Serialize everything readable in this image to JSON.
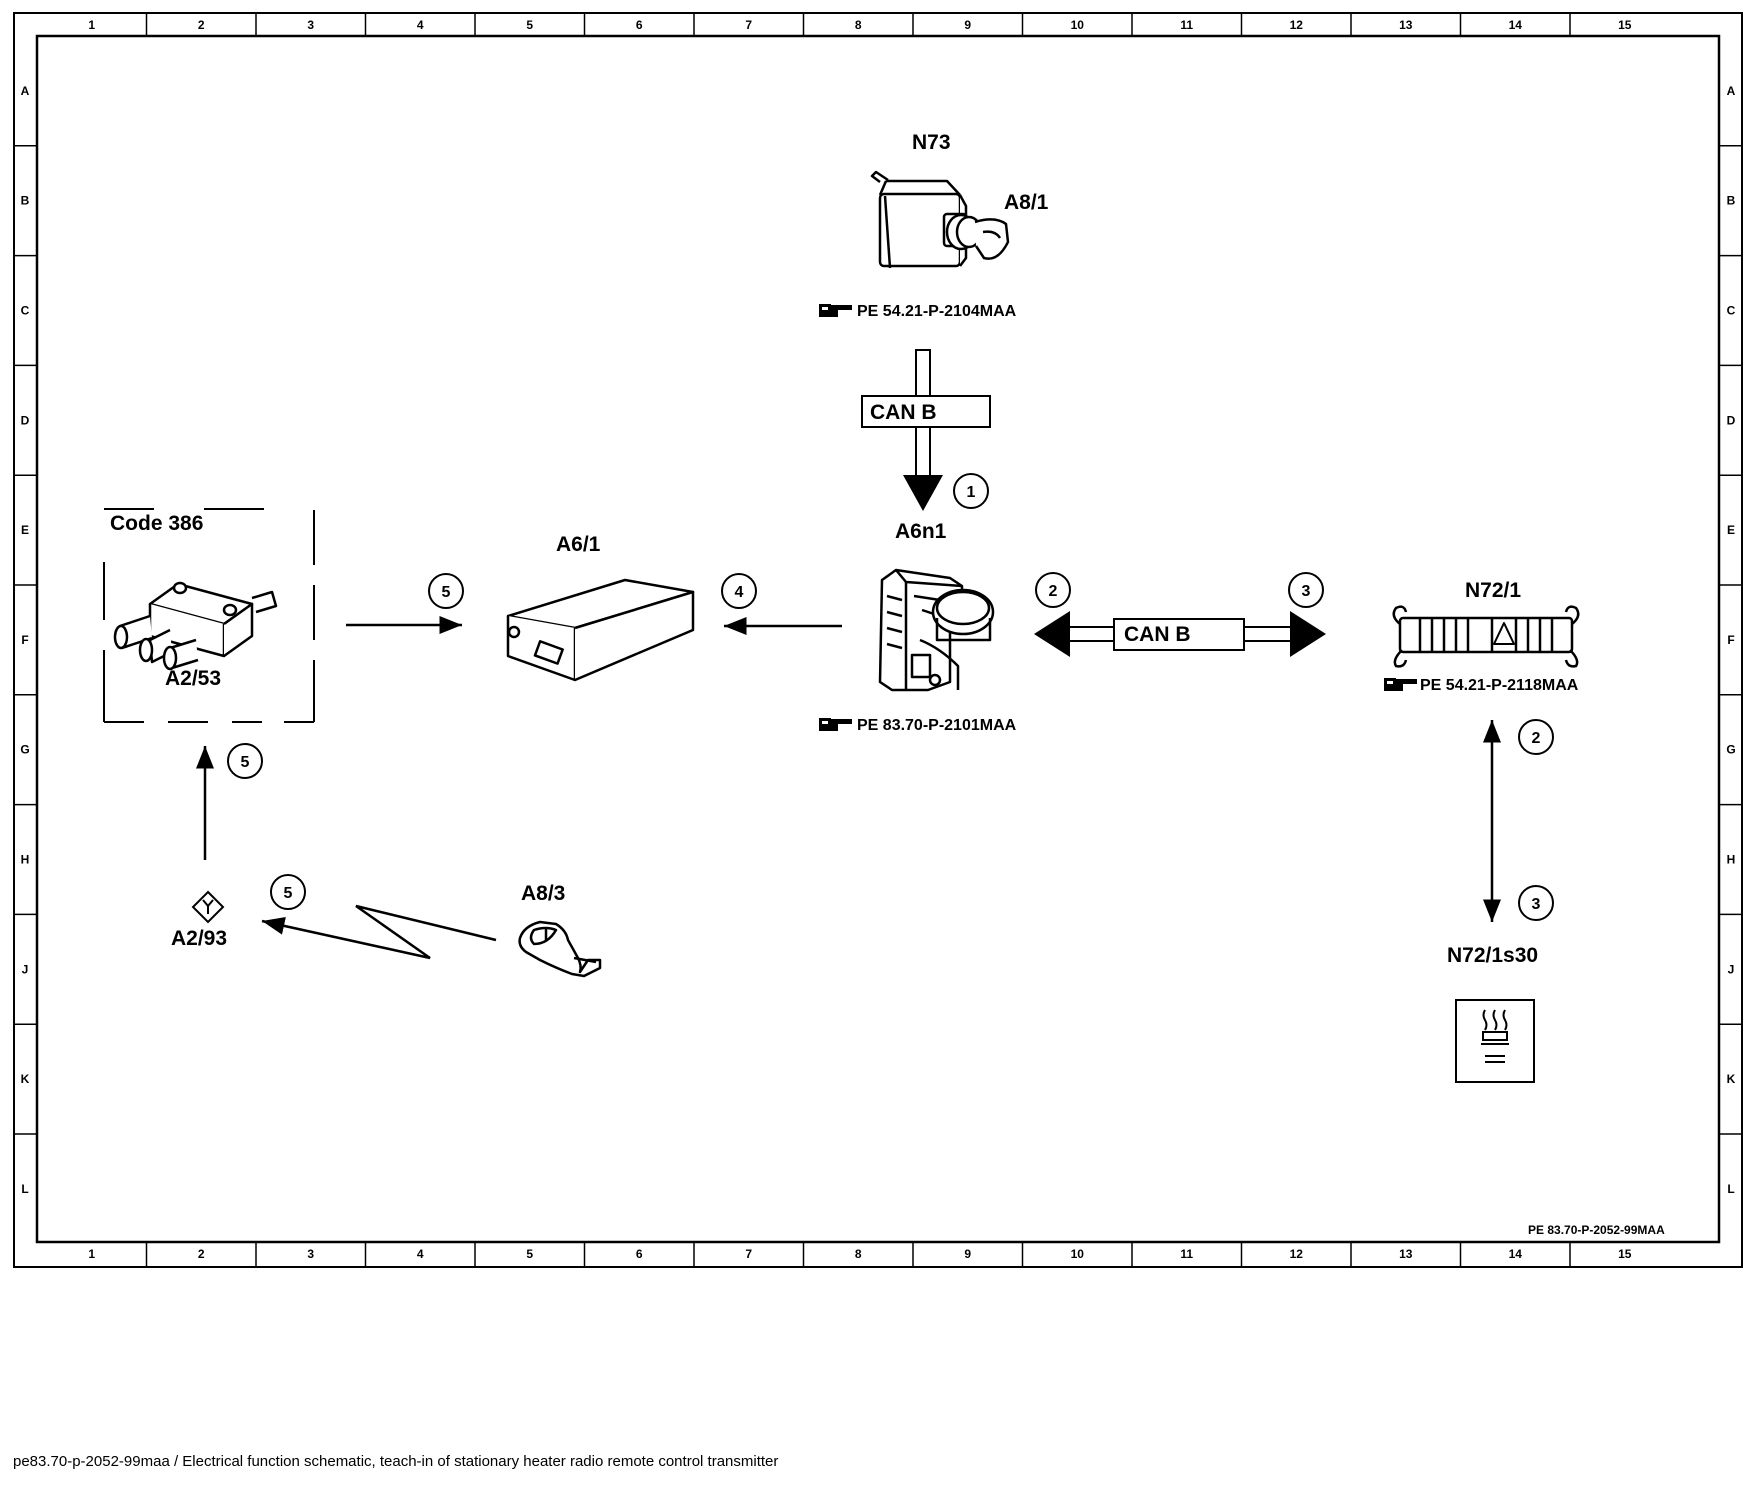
{
  "grid": {
    "columns": [
      "1",
      "2",
      "3",
      "4",
      "5",
      "6",
      "7",
      "8",
      "9",
      "10",
      "11",
      "12",
      "13",
      "14",
      "15"
    ],
    "rows": [
      "A",
      "B",
      "C",
      "D",
      "E",
      "F",
      "G",
      "H",
      "J",
      "K",
      "L"
    ]
  },
  "components": {
    "n73": {
      "label": "N73"
    },
    "a8_1": {
      "label": "A8/1",
      "doc_ref": "PE 54.21-P-2104MAA"
    },
    "can_b_top": {
      "label": "CAN B"
    },
    "a6n1": {
      "label": "A6n1",
      "doc_ref": "PE 83.70-P-2101MAA"
    },
    "a6_1": {
      "label": "A6/1"
    },
    "code386": {
      "label": "Code 386"
    },
    "a2_53": {
      "label": "A2/53"
    },
    "can_b_mid": {
      "label": "CAN B"
    },
    "n72_1": {
      "label": "N72/1",
      "doc_ref": "PE 54.21-P-2118MAA"
    },
    "n72_1s30": {
      "label": "N72/1s30"
    },
    "a2_93": {
      "label": "A2/93"
    },
    "a8_3": {
      "label": "A8/3"
    }
  },
  "steps": {
    "s1": "1",
    "s2a": "2",
    "s3a": "3",
    "s4": "4",
    "s5a": "5",
    "s5b": "5",
    "s5c": "5",
    "s2b": "2",
    "s3b": "3"
  },
  "drawing_ref": "PE 83.70-P-2052-99MAA",
  "caption": "pe83.70-p-2052-99maa / Electrical function schematic, teach-in of stationary heater radio remote control transmitter"
}
